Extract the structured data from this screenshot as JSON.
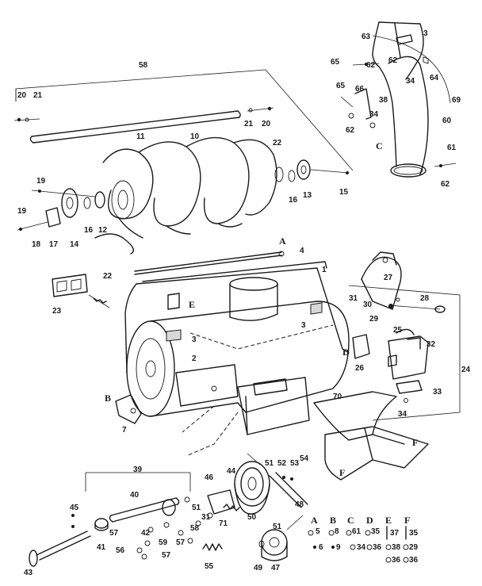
{
  "diagram": {
    "callouts": [
      {
        "id": "c58",
        "text": "58"
      },
      {
        "id": "c63",
        "text": "63"
      },
      {
        "id": "c3a",
        "text": "3"
      },
      {
        "id": "c65a",
        "text": "65"
      },
      {
        "id": "c62a",
        "text": "62"
      },
      {
        "id": "c62b",
        "text": "62"
      },
      {
        "id": "c34a",
        "text": "34"
      },
      {
        "id": "c64",
        "text": "64"
      },
      {
        "id": "c65b",
        "text": "65"
      },
      {
        "id": "c66",
        "text": "66"
      },
      {
        "id": "c38a",
        "text": "38"
      },
      {
        "id": "c69",
        "text": "69"
      },
      {
        "id": "c34b",
        "text": "34"
      },
      {
        "id": "c60",
        "text": "60"
      },
      {
        "id": "c62c",
        "text": "62"
      },
      {
        "id": "cC1",
        "text": "C"
      },
      {
        "id": "c61",
        "text": "61"
      },
      {
        "id": "c62d",
        "text": "62"
      },
      {
        "id": "c20a",
        "text": "20"
      },
      {
        "id": "c21a",
        "text": "21"
      },
      {
        "id": "c11",
        "text": "11"
      },
      {
        "id": "c21b",
        "text": "21"
      },
      {
        "id": "c20b",
        "text": "20"
      },
      {
        "id": "c10",
        "text": "10"
      },
      {
        "id": "c22",
        "text": "22"
      },
      {
        "id": "c19a",
        "text": "19"
      },
      {
        "id": "c16a",
        "text": "16"
      },
      {
        "id": "c13",
        "text": "13"
      },
      {
        "id": "c15",
        "text": "15"
      },
      {
        "id": "c19b",
        "text": "19"
      },
      {
        "id": "c18",
        "text": "18"
      },
      {
        "id": "c17",
        "text": "17"
      },
      {
        "id": "c14",
        "text": "14"
      },
      {
        "id": "c16b",
        "text": "16"
      },
      {
        "id": "c12",
        "text": "12"
      },
      {
        "id": "cA1",
        "text": "A"
      },
      {
        "id": "c4",
        "text": "4"
      },
      {
        "id": "c1",
        "text": "1"
      },
      {
        "id": "c22b",
        "text": "22"
      },
      {
        "id": "c23",
        "text": "23"
      },
      {
        "id": "cE1",
        "text": "E"
      },
      {
        "id": "c27",
        "text": "27"
      },
      {
        "id": "c31a",
        "text": "31"
      },
      {
        "id": "c30",
        "text": "30"
      },
      {
        "id": "c28",
        "text": "28"
      },
      {
        "id": "c29",
        "text": "29"
      },
      {
        "id": "c3b",
        "text": "3"
      },
      {
        "id": "c3c",
        "text": "3"
      },
      {
        "id": "c25",
        "text": "25"
      },
      {
        "id": "c32",
        "text": "32"
      },
      {
        "id": "cD1",
        "text": "D"
      },
      {
        "id": "c26",
        "text": "26"
      },
      {
        "id": "c2",
        "text": "2"
      },
      {
        "id": "c24",
        "text": "24"
      },
      {
        "id": "cB1",
        "text": "B"
      },
      {
        "id": "c70",
        "text": "70"
      },
      {
        "id": "c33",
        "text": "33"
      },
      {
        "id": "c34c",
        "text": "34"
      },
      {
        "id": "c7",
        "text": "7"
      },
      {
        "id": "cF1",
        "text": "F"
      },
      {
        "id": "cF2",
        "text": "F"
      },
      {
        "id": "c39",
        "text": "39"
      },
      {
        "id": "c51a",
        "text": "51"
      },
      {
        "id": "c52",
        "text": "52"
      },
      {
        "id": "c53",
        "text": "53"
      },
      {
        "id": "c54",
        "text": "54"
      },
      {
        "id": "c46",
        "text": "46"
      },
      {
        "id": "c44",
        "text": "44"
      },
      {
        "id": "c40",
        "text": "40"
      },
      {
        "id": "c45",
        "text": "45"
      },
      {
        "id": "c48",
        "text": "48"
      },
      {
        "id": "c41",
        "text": "41"
      },
      {
        "id": "c42",
        "text": "42"
      },
      {
        "id": "c57a",
        "text": "57"
      },
      {
        "id": "c51b",
        "text": "51"
      },
      {
        "id": "c58b",
        "text": "58"
      },
      {
        "id": "c31b",
        "text": "31"
      },
      {
        "id": "c71",
        "text": "71"
      },
      {
        "id": "c50",
        "text": "50"
      },
      {
        "id": "c51c",
        "text": "51"
      },
      {
        "id": "c56",
        "text": "56"
      },
      {
        "id": "c59",
        "text": "59"
      },
      {
        "id": "c57b",
        "text": "57"
      },
      {
        "id": "c43",
        "text": "43"
      },
      {
        "id": "c57c",
        "text": "57"
      },
      {
        "id": "c55",
        "text": "55"
      },
      {
        "id": "c49",
        "text": "49"
      },
      {
        "id": "c47",
        "text": "47"
      }
    ],
    "key_table": [
      {
        "letter": "A",
        "parts": [
          "5",
          "6"
        ]
      },
      {
        "letter": "B",
        "parts": [
          "8",
          "9"
        ]
      },
      {
        "letter": "C",
        "parts": [
          "61",
          "34"
        ]
      },
      {
        "letter": "D",
        "parts": [
          "35",
          "36"
        ]
      },
      {
        "letter": "E",
        "parts": [
          "37",
          "38",
          "36"
        ]
      },
      {
        "letter": "F",
        "parts": [
          "35",
          "29",
          "36"
        ]
      }
    ]
  }
}
